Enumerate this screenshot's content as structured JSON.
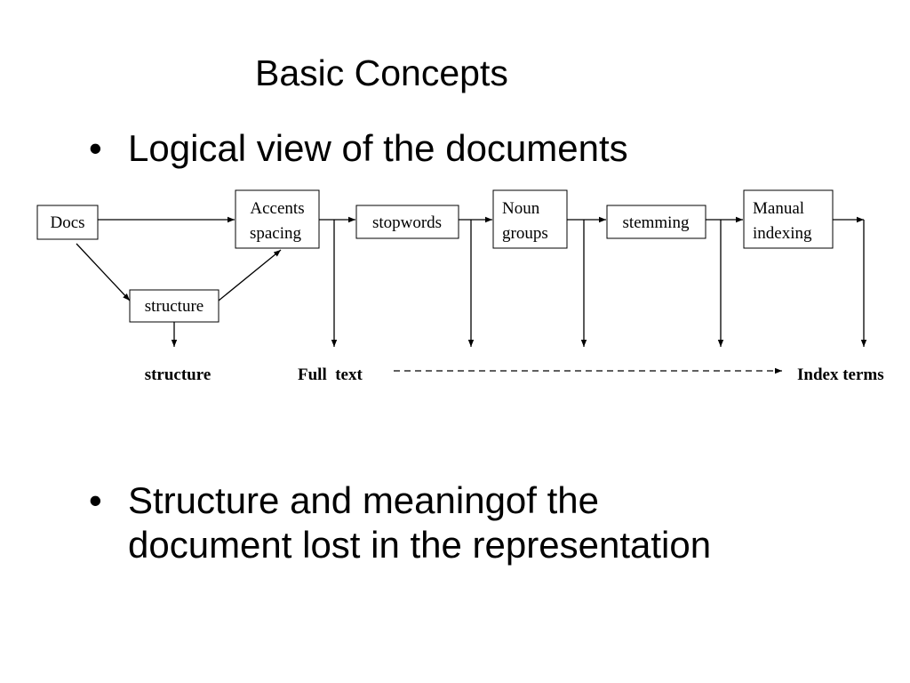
{
  "title": "Basic Concepts",
  "bullets": [
    {
      "symbol": "•",
      "lines": [
        "Logical view of the documents"
      ]
    },
    {
      "symbol": "•",
      "lines": [
        "Structure and meaningof the",
        "document lost in the representation"
      ]
    }
  ],
  "diagram": {
    "nodes": {
      "docs": [
        "Docs"
      ],
      "accents": [
        "Accents",
        "spacing"
      ],
      "stopwords": [
        "stopwords"
      ],
      "noun": [
        "Noun",
        "groups"
      ],
      "stemming": [
        "stemming"
      ],
      "manual": [
        "Manual",
        "indexing"
      ],
      "structure": [
        "structure"
      ]
    },
    "outputs": {
      "structure": "structure",
      "full_text": "Full  text",
      "index_terms": "Index terms"
    }
  }
}
